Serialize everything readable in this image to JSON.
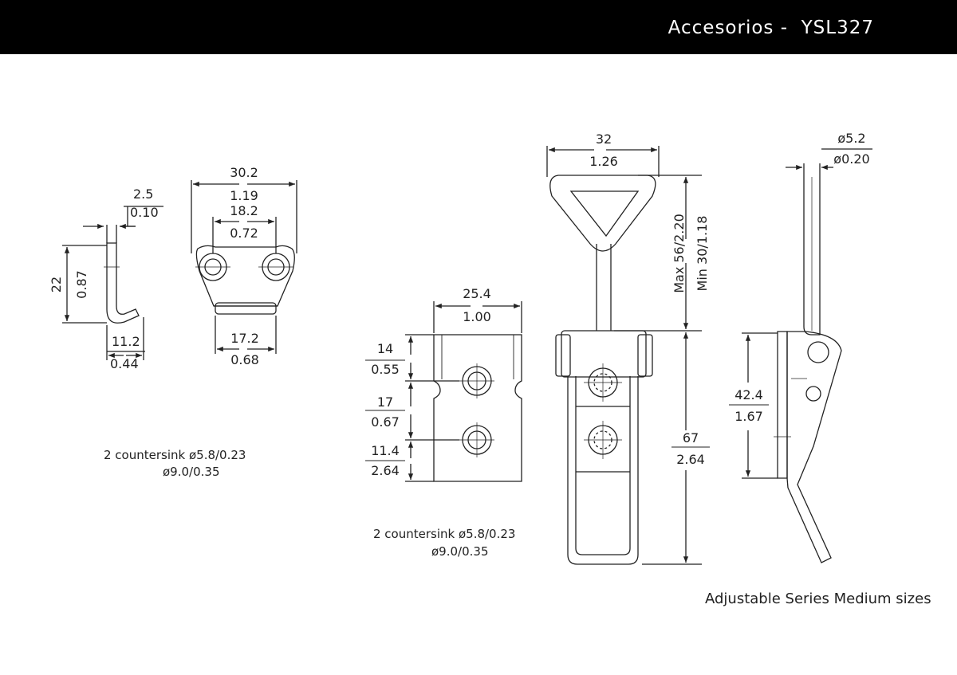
{
  "header": {
    "title": "Accesorios -  YSL327"
  },
  "hook": {
    "thickness_mm": "2.5",
    "thickness_in": "0.10",
    "height_mm": "22",
    "height_in": "0.87",
    "depth_mm": "11.2",
    "depth_in": "0.44"
  },
  "catch_plate": {
    "width_mm": "30.2",
    "width_in": "1.19",
    "hole_spacing_mm": "18.2",
    "hole_spacing_in": "0.72",
    "bottom_mm": "17.2",
    "bottom_in": "0.68",
    "note_line1": "2 countersink  ø5.8/0.23",
    "note_line2": "ø9.0/0.35"
  },
  "base_plate": {
    "width_mm": "25.4",
    "width_in": "1.00",
    "d1_mm": "14",
    "d1_in": "0.55",
    "d2_mm": "17",
    "d2_in": "0.67",
    "d3_mm": "11.4",
    "d3_in": "2.64",
    "note_line1": "2 countersink  ø5.8/0.23",
    "note_line2": "ø9.0/0.35"
  },
  "latch_front": {
    "width_mm": "32",
    "width_in": "1.26",
    "max_label": "Max 56/2.20",
    "min_label": "Min 30/1.18",
    "body_mm": "67",
    "body_in": "2.64"
  },
  "latch_side": {
    "rod_mm": "ø5.2",
    "rod_in": "ø0.20",
    "height_mm": "42.4",
    "height_in": "1.67"
  },
  "caption": "Adjustable  Series  Medium  sizes"
}
